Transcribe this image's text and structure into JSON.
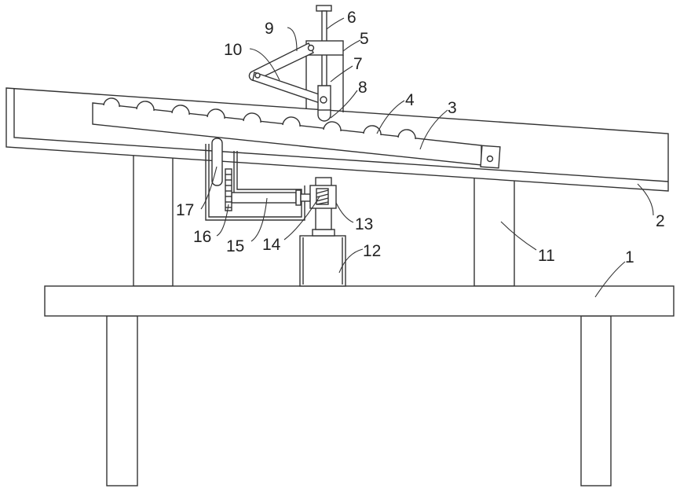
{
  "diagram": {
    "type": "patent mechanical drawing",
    "labels": {
      "l1": "1",
      "l2": "2",
      "l3": "3",
      "l4": "4",
      "l5": "5",
      "l6": "6",
      "l7": "7",
      "l8": "8",
      "l9": "9",
      "l10": "10",
      "l11": "11",
      "l12": "12",
      "l13": "13",
      "l14": "14",
      "l15": "15",
      "l16": "16",
      "l17": "17"
    },
    "colors": {
      "line": "#333333",
      "background": "#ffffff"
    }
  }
}
